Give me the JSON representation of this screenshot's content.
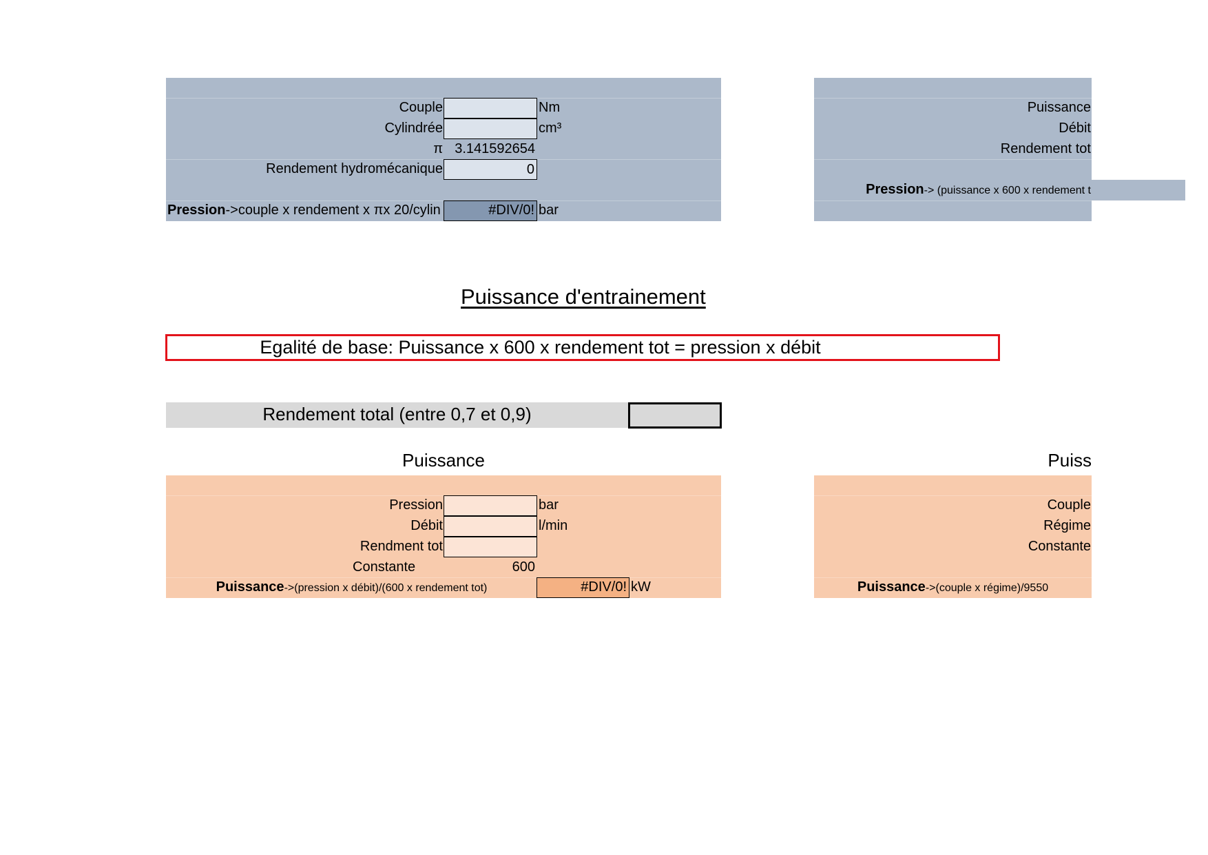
{
  "pression_block": {
    "couple_label": "Couple",
    "couple_value": "",
    "couple_unit": "Nm",
    "cylindree_label": "Cylindrée",
    "cylindree_value": "",
    "cylindree_unit": "cm³",
    "pi_label": "π",
    "pi_value": "3.141592654",
    "rendement_label": "Rendement hydromécanique",
    "rendement_value": "0",
    "result_bold": "Pression",
    "result_formula": "->couple x rendement x πx 20/cylin",
    "result_value": "#DIV/0!",
    "result_unit": "bar"
  },
  "right_top_block": {
    "puissance_label": "Puissance",
    "debit_label": "Débit",
    "rendement_label": "Rendement tot",
    "result_bold": "Pression",
    "result_formula": "-> (puissance x 600 x rendement t"
  },
  "section_title": "Puissance d'entrainement",
  "egalite_text": "Egalité de base: Puissance x 600 x rendement tot = pression x débit",
  "rendement_total": {
    "label": "Rendement total (entre 0,7 et 0,9)",
    "value": ""
  },
  "puissance_block": {
    "heading": "Puissance",
    "pression_label": "Pression",
    "pression_value": "",
    "pression_unit": "bar",
    "debit_label": "Débit",
    "debit_value": "",
    "debit_unit": "l/min",
    "rendement_label": "Rendment tot",
    "rendement_value": "",
    "constante_label": "Constante",
    "constante_value": "600",
    "result_bold": "Puissance",
    "result_formula": "->(pression x débit)/(600 x rendement tot)",
    "result_value": "#DIV/0!",
    "result_unit": "kW"
  },
  "puissance_right_block": {
    "heading": "Puiss",
    "couple_label": "Couple",
    "regime_label": "Régime",
    "constante_label": "Constante",
    "result_bold": "Puissance",
    "result_formula": "->(couple x régime)/9550"
  },
  "colors": {
    "blue_fill": "#acb9ca",
    "blue_input": "#dce3ec",
    "blue_result": "#8497b0",
    "orange_fill": "#f8cbad",
    "orange_input": "#fce4d6",
    "orange_result": "#f4b183",
    "gray_fill": "#d9d9d9",
    "frame_red": "#e3131b"
  }
}
